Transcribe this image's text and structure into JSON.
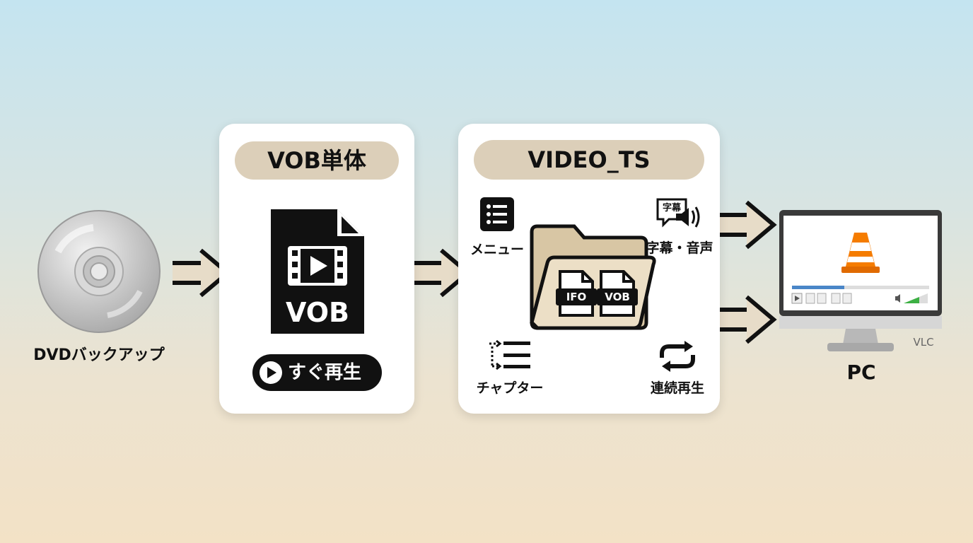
{
  "source": {
    "label": "DVDバックアップ",
    "icon": "dvd-disc-icon"
  },
  "vob_card": {
    "title": "VOB単体",
    "file_icon": "video-file-icon",
    "file_label": "VOB",
    "play_button_label": "すぐ再生",
    "play_icon": "play-circle-icon"
  },
  "video_ts_card": {
    "title": "VIDEO_TS",
    "folder_icon": "folder-icon",
    "folder_files": [
      "IFO",
      "VOB"
    ],
    "features": [
      {
        "label": "メニュー",
        "icon": "menu-list-icon"
      },
      {
        "label": "字幕・音声",
        "icon": "subtitle-audio-icon",
        "badge": "字幕"
      },
      {
        "label": "チャプター",
        "icon": "chapter-list-icon"
      },
      {
        "label": "連続再生",
        "icon": "repeat-icon"
      }
    ]
  },
  "target": {
    "label": "PC",
    "player_label": "VLC",
    "icon": "monitor-icon",
    "player_icon": "vlc-cone-icon"
  },
  "colors": {
    "pill": "#dccfb9",
    "folder": "#e8d8bc",
    "cone": "#f57c00",
    "volume": "#3cb043"
  }
}
